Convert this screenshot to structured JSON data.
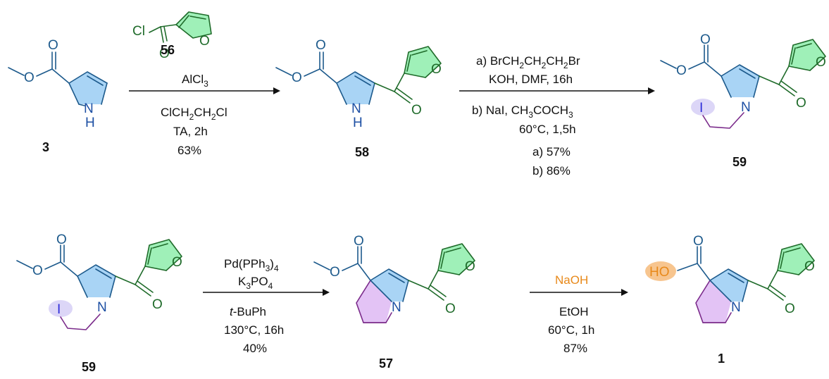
{
  "reagents": {
    "r1_label": "56",
    "r1_reagent": "AlCl",
    "r1_reagent_sub": "3",
    "r1_solvent": "ClCH",
    "r1_cond": "TA, 2h",
    "r1_yield": "63%",
    "r2_a_label": "a) BrCH",
    "r2_a2": "KOH, DMF, 16h",
    "r2_b_label": "b) NaI, CH",
    "r2_cond": "60°C, 1,5h",
    "r2_yield_a": "a) 57%",
    "r2_yield_b": "b) 86%",
    "r3_cat": "Pd(PPh",
    "r3_base": "K",
    "r3_solvent_prefix": "t",
    "r3_solvent_rest": "-BuPh",
    "r3_cond": "130°C, 16h",
    "r3_yield": "40%",
    "r4_reagent": "NaOH",
    "r4_solvent": "EtOH",
    "r4_cond": "60°C, 1h",
    "r4_yield": "87%"
  },
  "compounds": {
    "c3": "3",
    "c58": "58",
    "c59_top": "59",
    "c59_bottom": "59",
    "c57": "57",
    "c1": "1"
  },
  "atoms": {
    "O": "O",
    "N": "N",
    "H": "H",
    "NH_N": "N",
    "I": "I",
    "Cl": "Cl",
    "HO": "HO"
  },
  "colors": {
    "ester_blue": "#1d5a8c",
    "furan_green": "#1f6b2a",
    "furan_fill": "#9ff0b8",
    "pyrrole_fill": "#a9d4f5",
    "ring_purple_fill": "#e3c3f5",
    "iodine_fill": "#dcd6f7",
    "naoh_orange": "#e8891a",
    "ho_fill": "#f7c58f"
  }
}
